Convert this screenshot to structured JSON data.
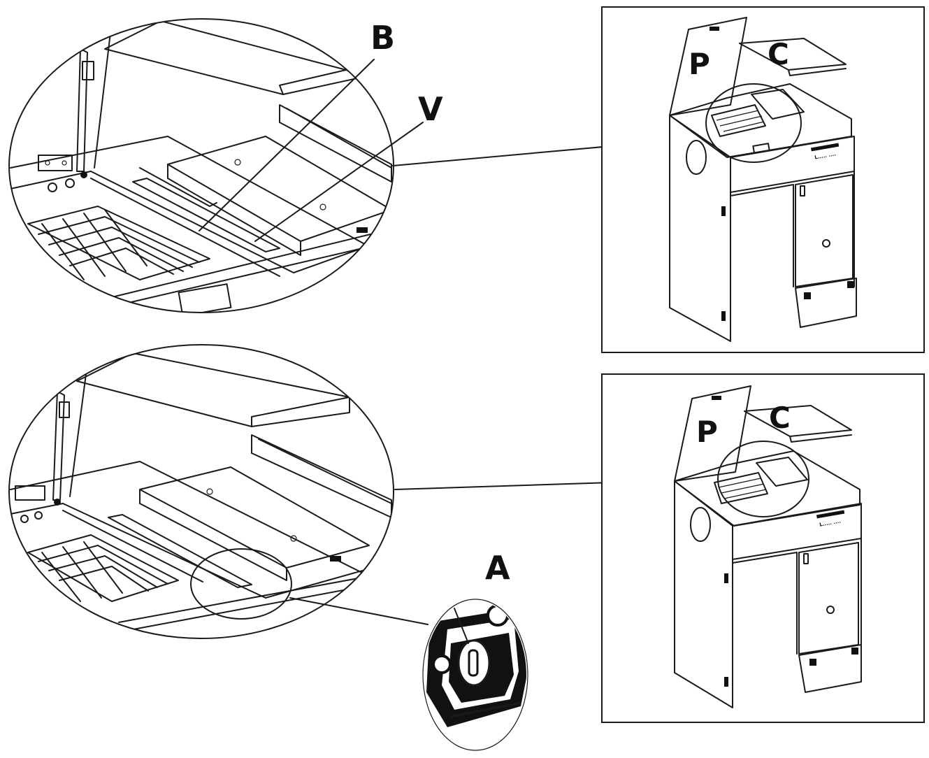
{
  "labels": {
    "top_zoom": {
      "b": "B",
      "v": "V"
    },
    "top_unit": {
      "p": "P",
      "c": "C"
    },
    "bottom_unit": {
      "p": "P",
      "c": "C"
    },
    "detail": {
      "a": "A"
    }
  },
  "colors": {
    "line": "#1a1a1a",
    "background": "#ffffff",
    "fill_dark": "#111111"
  }
}
